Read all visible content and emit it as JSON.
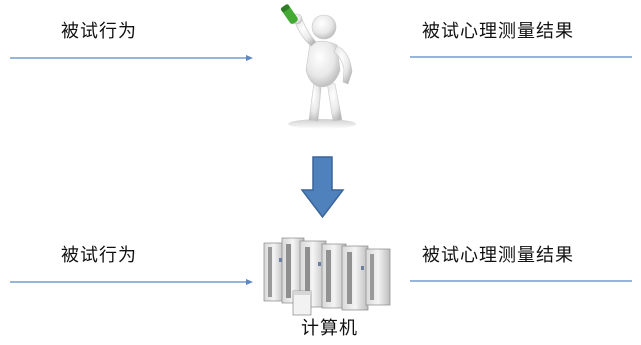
{
  "stages": {
    "human": {
      "input_label": "被试行为",
      "output_label": "被试心理测量结果"
    },
    "machine": {
      "input_label": "被试行为",
      "output_label": "被试心理测量结果",
      "caption": "计算机"
    }
  },
  "colors": {
    "connector_line": "#5b87c5",
    "transition_arrow": "#4f81bd",
    "transition_arrow_border": "#3a6599",
    "figure_body": "#eeeeee",
    "marker_green": "#44aa33"
  },
  "icons": {
    "human_figure": "person-with-marker-icon",
    "transition": "down-arrow-icon",
    "computer": "server-rack-icon"
  }
}
